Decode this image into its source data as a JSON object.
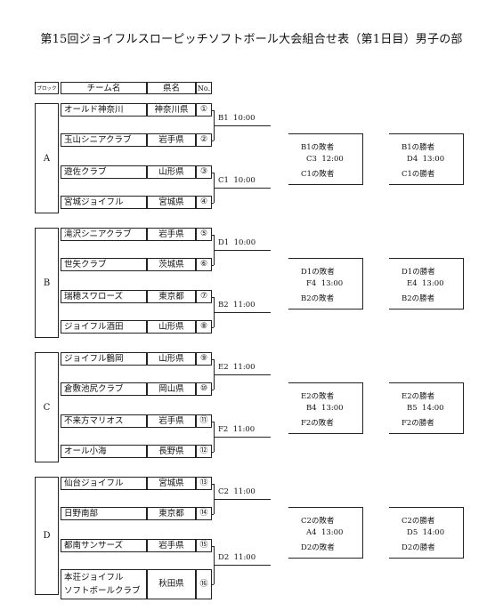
{
  "title": "第15回ジョイフルスローピッチソフトボール大会組合せ表（第1日目）男子の部",
  "headers": {
    "block": "ブロック",
    "team": "チーム名",
    "pref": "県名",
    "no": "No."
  },
  "blocks": [
    {
      "label": "A",
      "teams": [
        {
          "name": "オールド神奈川",
          "pref": "神奈川県",
          "no": "①"
        },
        {
          "name": "玉山シニアクラブ",
          "pref": "岩手県",
          "no": "②"
        },
        {
          "name": "遊佐クラブ",
          "pref": "山形県",
          "no": "③"
        },
        {
          "name": "宮城ジョイフル",
          "pref": "宮城県",
          "no": "④"
        }
      ],
      "matches": [
        "B1  10:00",
        "C1  10:00"
      ],
      "loser_box": [
        "B1の敗者",
        "C3  12:00",
        "C1の敗者"
      ],
      "winner_box": [
        "B1の勝者",
        "D4  13:00",
        "C1の勝者"
      ]
    },
    {
      "label": "B",
      "teams": [
        {
          "name": "滝沢シニアクラブ",
          "pref": "岩手県",
          "no": "⑤"
        },
        {
          "name": "世矢クラブ",
          "pref": "茨城県",
          "no": "⑥"
        },
        {
          "name": "瑞穂スワローズ",
          "pref": "東京都",
          "no": "⑦"
        },
        {
          "name": "ジョイフル酒田",
          "pref": "山形県",
          "no": "⑧"
        }
      ],
      "matches": [
        "D1  10:00",
        "B2  11:00"
      ],
      "loser_box": [
        "D1の敗者",
        "F4  13:00",
        "B2の敗者"
      ],
      "winner_box": [
        "D1の勝者",
        "E4  13:00",
        "B2の勝者"
      ]
    },
    {
      "label": "C",
      "teams": [
        {
          "name": "ジョイフル鶴岡",
          "pref": "山形県",
          "no": "⑨"
        },
        {
          "name": "倉敷池尻クラブ",
          "pref": "岡山県",
          "no": "⑩"
        },
        {
          "name": "不来方マリオス",
          "pref": "岩手県",
          "no": "⑪"
        },
        {
          "name": "オール小海",
          "pref": "長野県",
          "no": "⑫"
        }
      ],
      "matches": [
        "E2  11:00",
        "F2  11:00"
      ],
      "loser_box": [
        "E2の敗者",
        "B4  13:00",
        "F2の敗者"
      ],
      "winner_box": [
        "E2の勝者",
        "B5  14:00",
        "F2の勝者"
      ]
    },
    {
      "label": "D",
      "teams": [
        {
          "name": "仙台ジョイフル",
          "pref": "宮城県",
          "no": "⑬"
        },
        {
          "name": "日野南部",
          "pref": "東京都",
          "no": "⑭"
        },
        {
          "name": "都南サンサーズ",
          "pref": "岩手県",
          "no": "⑮"
        },
        {
          "name": "本荘ジョイフル\nソフトボールクラブ",
          "pref": "秋田県",
          "no": "⑯"
        }
      ],
      "matches": [
        "C2  11:00",
        "D2  11:00"
      ],
      "loser_box": [
        "C2の敗者",
        "A4  13:00",
        "D2の敗者"
      ],
      "winner_box": [
        "C2の勝者",
        "D5  14:00",
        "D2の勝者"
      ]
    }
  ]
}
